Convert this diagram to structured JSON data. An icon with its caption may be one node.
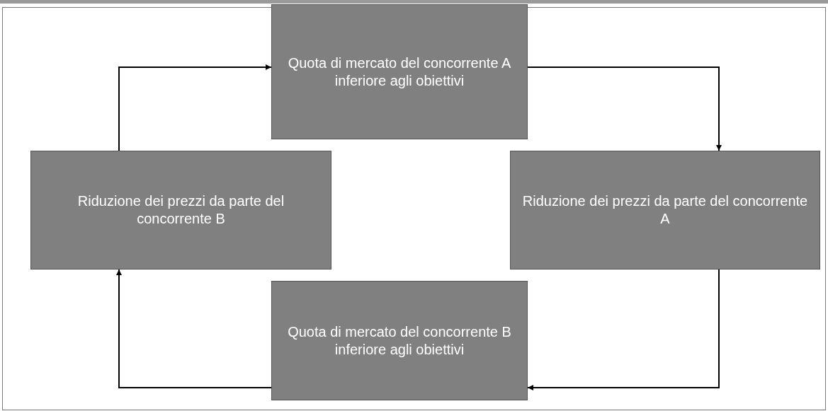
{
  "diagram": {
    "nodes": [
      {
        "text": [
          "Quota di mercato del concorrente A inferiore agli obiettivi"
        ]
      },
      {
        "text": [
          "Riduzione dei prezzi da parte del concorrente B"
        ]
      },
      {
        "text": [
          "Riduzione dei prezzi da parte del concorrente A"
        ]
      },
      {
        "text": [
          "Quota di mercato del concorrente B inferiore agli obiettivi"
        ]
      }
    ],
    "edges": [
      {
        "from": 1,
        "to": 0,
        "arrow": "to"
      },
      {
        "from": 0,
        "to": 2,
        "arrow": "to"
      },
      {
        "from": 2,
        "to": 3,
        "arrow": "to"
      },
      {
        "from": 3,
        "to": 1,
        "arrow": "to"
      }
    ]
  }
}
